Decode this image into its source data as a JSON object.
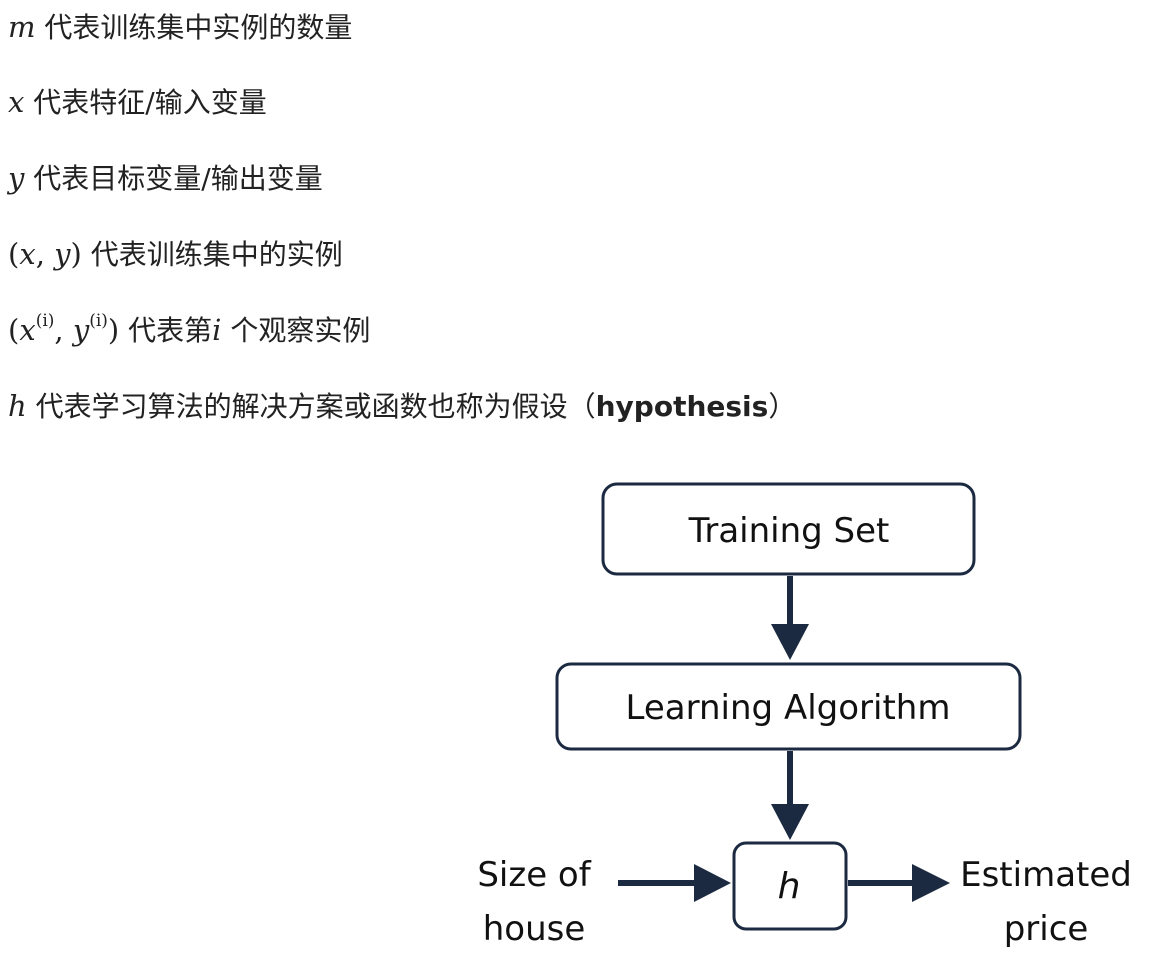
{
  "definitions": [
    {
      "symbol": "m",
      "text": "代表训练集中实例的数量"
    },
    {
      "symbol": "x",
      "text": "代表特征/输入变量"
    },
    {
      "symbol": "y",
      "text": "代表目标变量/输出变量"
    },
    {
      "symbol_open": "(",
      "symbol_a": "x",
      "symbol_sep": ", ",
      "symbol_b": "y",
      "symbol_close": ")",
      "text": "代表训练集中的实例"
    },
    {
      "symbol_open": "(",
      "symbol_a": "x",
      "sup_a": "(i)",
      "symbol_sep": ", ",
      "symbol_b": "y",
      "sup_b": "(i)",
      "symbol_close": ")",
      "text_pre": "代表第",
      "text_var": "i",
      "text_post": " 个观察实例"
    },
    {
      "symbol": "h",
      "text": "代表学习算法的解决方案或函数也称为假设（",
      "bold": "hypothesis",
      "text_end": "）"
    }
  ],
  "diagram": {
    "training_set": "Training Set",
    "learning_algorithm": "Learning Algorithm",
    "hypothesis": "h",
    "input_line1": "Size of",
    "input_line2": "house",
    "output_line1": "Estimated",
    "output_line2": "price",
    "stroke_color": "#1b2a41"
  }
}
